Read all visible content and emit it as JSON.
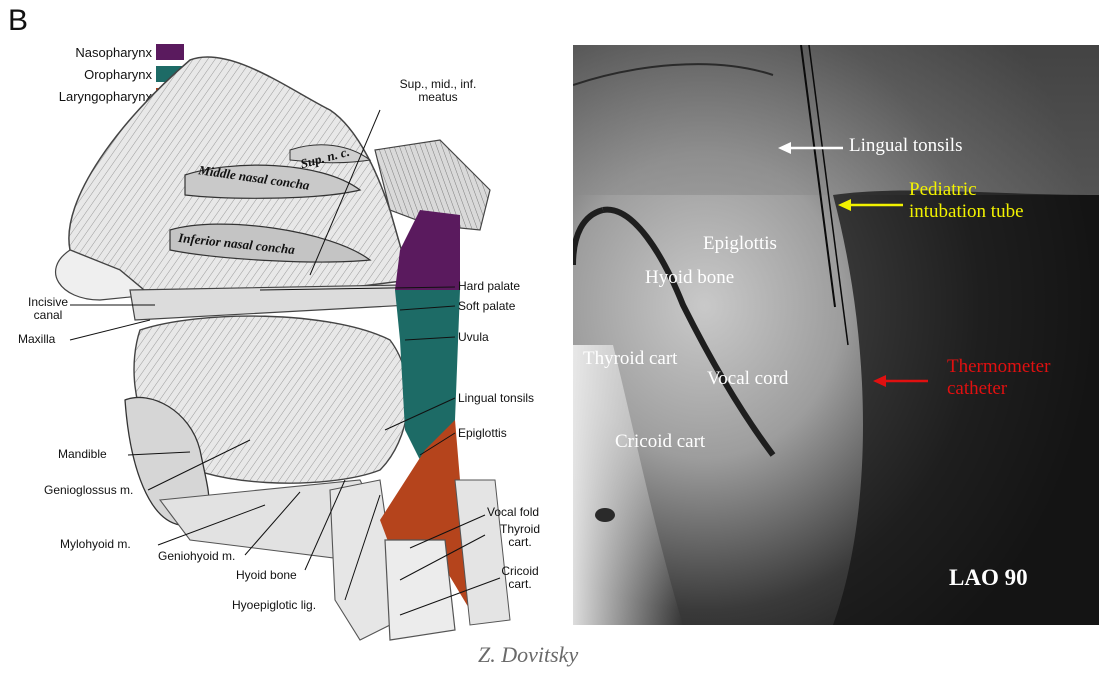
{
  "panel_letter": "B",
  "legend": {
    "items": [
      {
        "label": "Nasopharynx",
        "color": "#5a1a5e"
      },
      {
        "label": "Oropharynx",
        "color": "#1d6b66"
      },
      {
        "label": "Laryngopharynx",
        "color": "#b5441c"
      }
    ]
  },
  "anatomy_labels": {
    "meatus": "Sup., mid., inf.\nmeatus",
    "sup_nc": "Sup. n. c.",
    "middle_concha": "Middle nasal concha",
    "inferior_concha": "Inferior nasal concha",
    "hard_palate": "Hard palate",
    "soft_palate": "Soft palate",
    "incisive_canal": "Incisive\ncanal",
    "maxilla": "Maxilla",
    "uvula": "Uvula",
    "lingual_tonsils": "Lingual tonsils",
    "epiglottis": "Epiglottis",
    "mandible": "Mandible",
    "genioglossus": "Genioglossus m.",
    "vocal_fold": "Vocal fold",
    "thyroid_cart": "Thyroid\ncart.",
    "mylohyoid": "Mylohyoid m.",
    "geniohyoid": "Geniohyoid m.",
    "cricoid_cart": "Cricoid\ncart.",
    "hyoid_bone": "Hyoid bone",
    "hyoepiglottic": "Hyoepiglotic lig.",
    "signature": "Z. Dovitsky"
  },
  "xray": {
    "view_label": "LAO 90",
    "labels": {
      "lingual_tonsils": "Lingual tonsils",
      "pediatric_tube": "Pediatric\nintubation tube",
      "epiglottis": "Epiglottis",
      "hyoid_bone": "Hyoid bone",
      "thyroid_cart": "Thyroid cart",
      "vocal_cord": "Vocal cord",
      "thermometer": "Thermometer\ncatheter",
      "cricoid_cart": "Cricoid cart"
    },
    "colors": {
      "white_arrow": "#ffffff",
      "yellow_arrow": "#f2f200",
      "red_arrow": "#e01010"
    }
  }
}
